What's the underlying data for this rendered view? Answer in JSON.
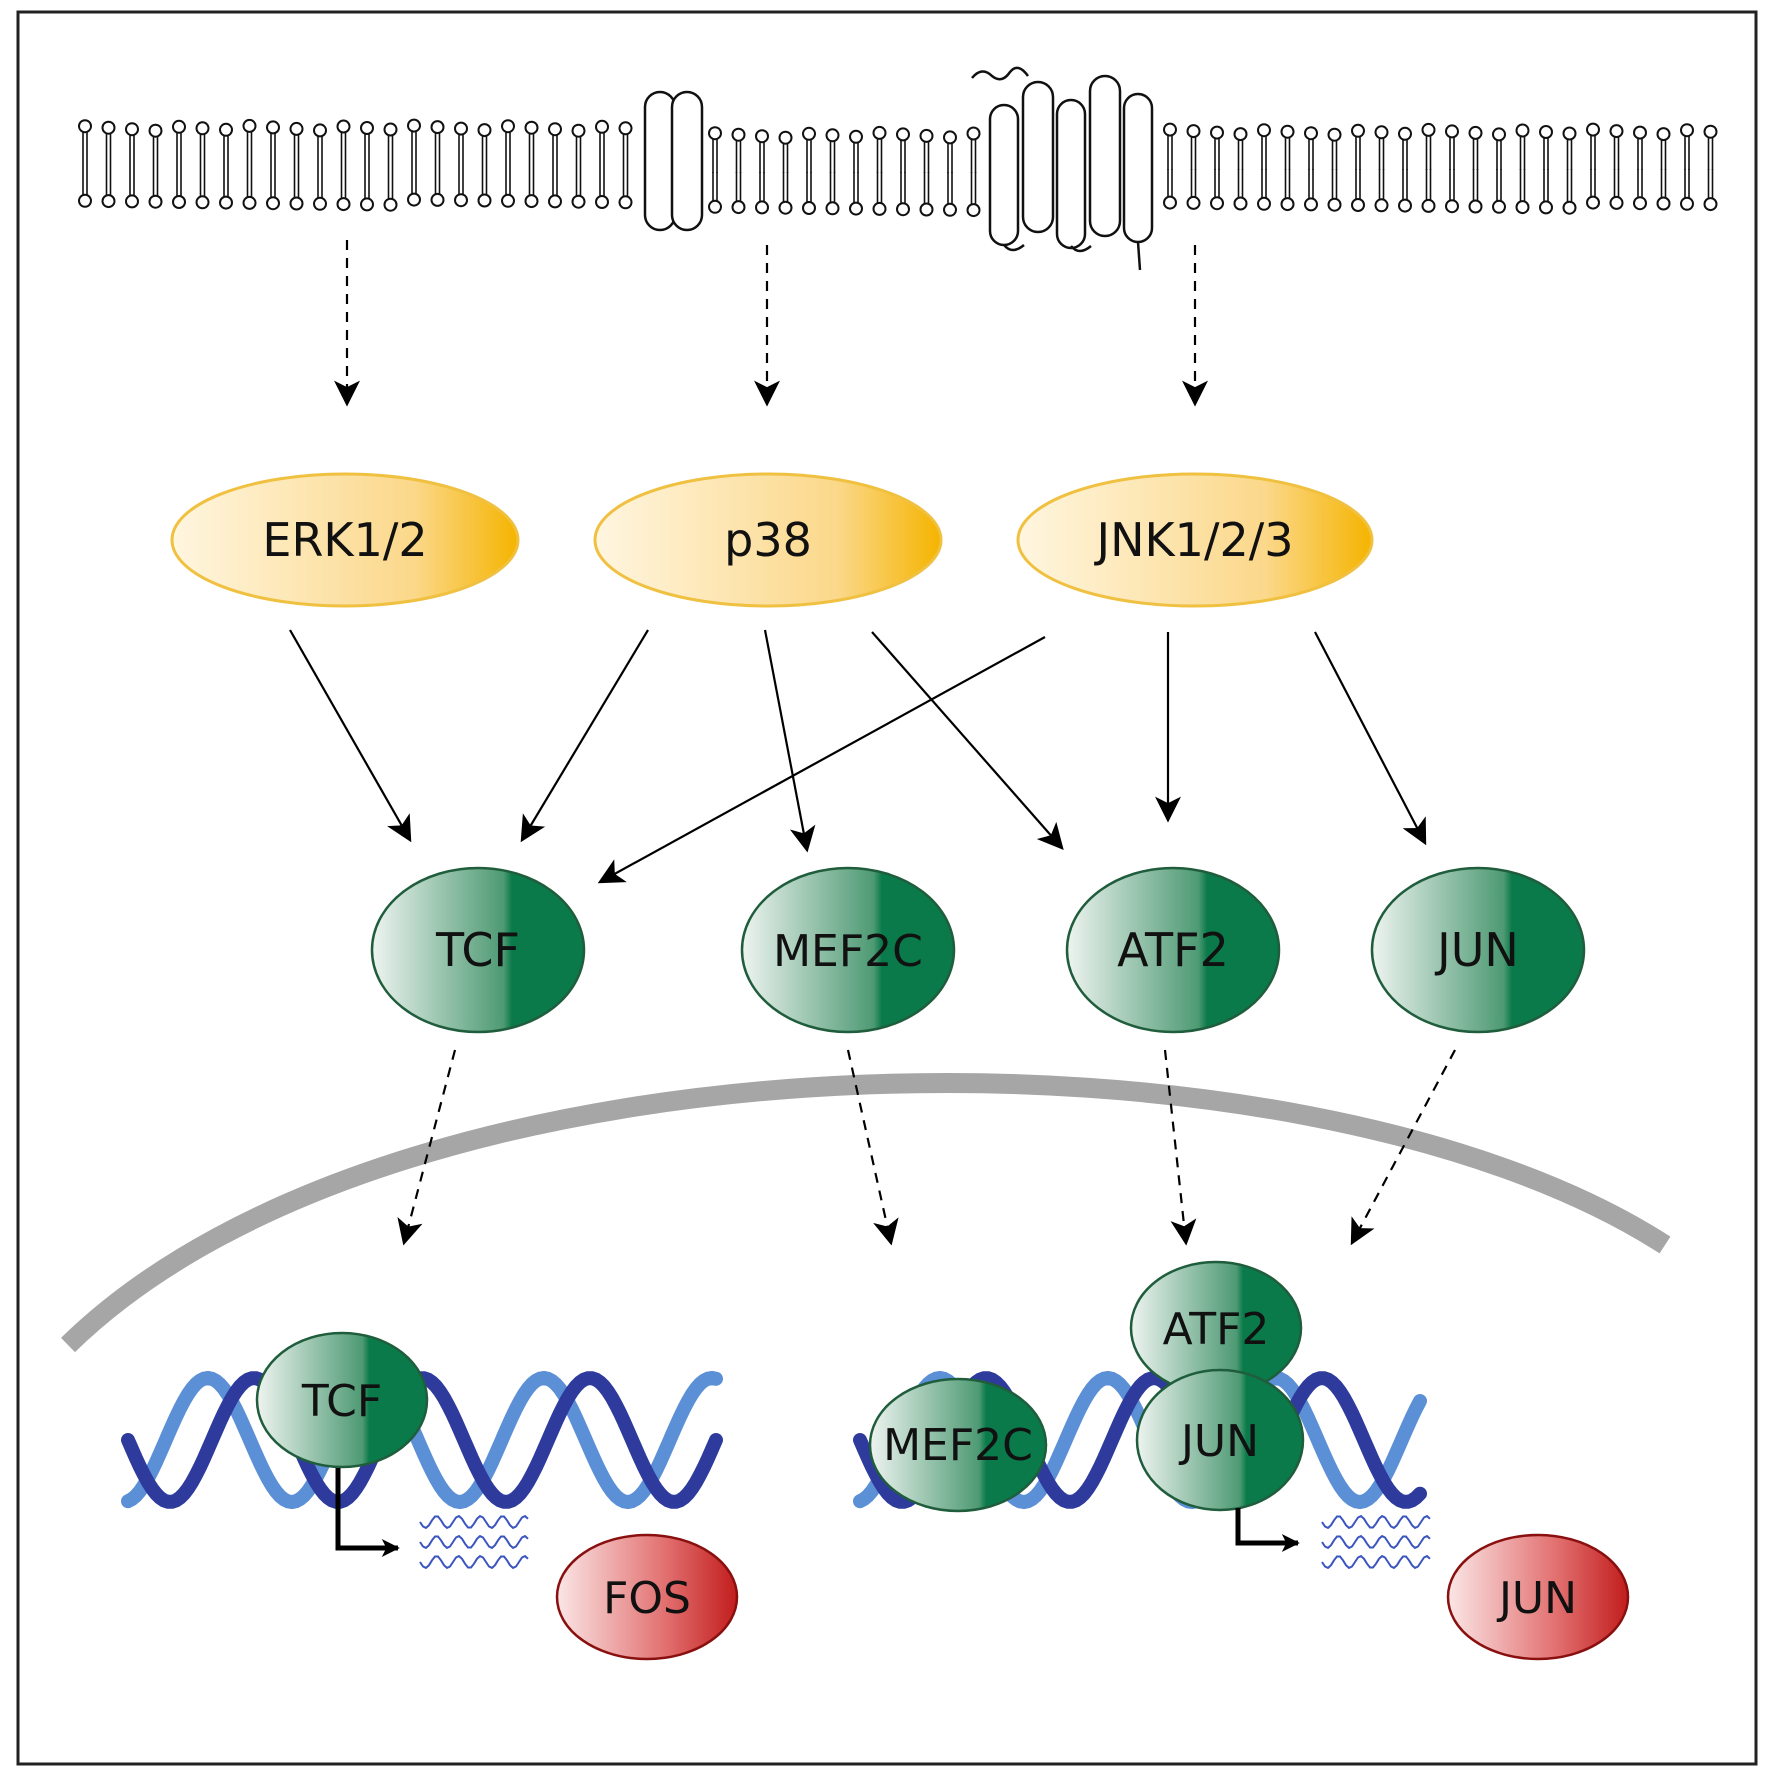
{
  "kinases": [
    {
      "id": "erk",
      "label": "ERK1/2"
    },
    {
      "id": "p38",
      "label": "p38"
    },
    {
      "id": "jnk",
      "label": "JNK1/2/3"
    }
  ],
  "transcription_factors": [
    {
      "id": "tcf",
      "label": "TCF"
    },
    {
      "id": "mef2c",
      "label": "MEF2C"
    },
    {
      "id": "atf2",
      "label": "ATF2"
    },
    {
      "id": "jun",
      "label": "JUN"
    }
  ],
  "nuclear_bound": [
    {
      "id": "tcf-bound",
      "label": "TCF"
    },
    {
      "id": "mef2c-bound",
      "label": "MEF2C"
    },
    {
      "id": "atf2-bound",
      "label": "ATF2"
    },
    {
      "id": "jun-bound",
      "label": "JUN"
    }
  ],
  "products": [
    {
      "id": "fos",
      "label": "FOS"
    },
    {
      "id": "jun-product",
      "label": "JUN"
    }
  ],
  "colors": {
    "kinase_fill_dark": "#f5b400",
    "kinase_fill_light": "#fff6e0",
    "kinase_stroke": "#f0c040",
    "tf_fill_dark": "#0a7a4a",
    "tf_fill_light": "#eef4f0",
    "tf_stroke": "#1f5d3c",
    "product_fill_dark": "#c21d1d",
    "product_fill_light": "#fbe6e6",
    "product_stroke": "#8a1010",
    "nuclear_membrane": "#a6a6a6",
    "dna_dark": "#2e3b9c",
    "dna_light": "#5b8fd6",
    "mrna": "#3a55c0"
  }
}
